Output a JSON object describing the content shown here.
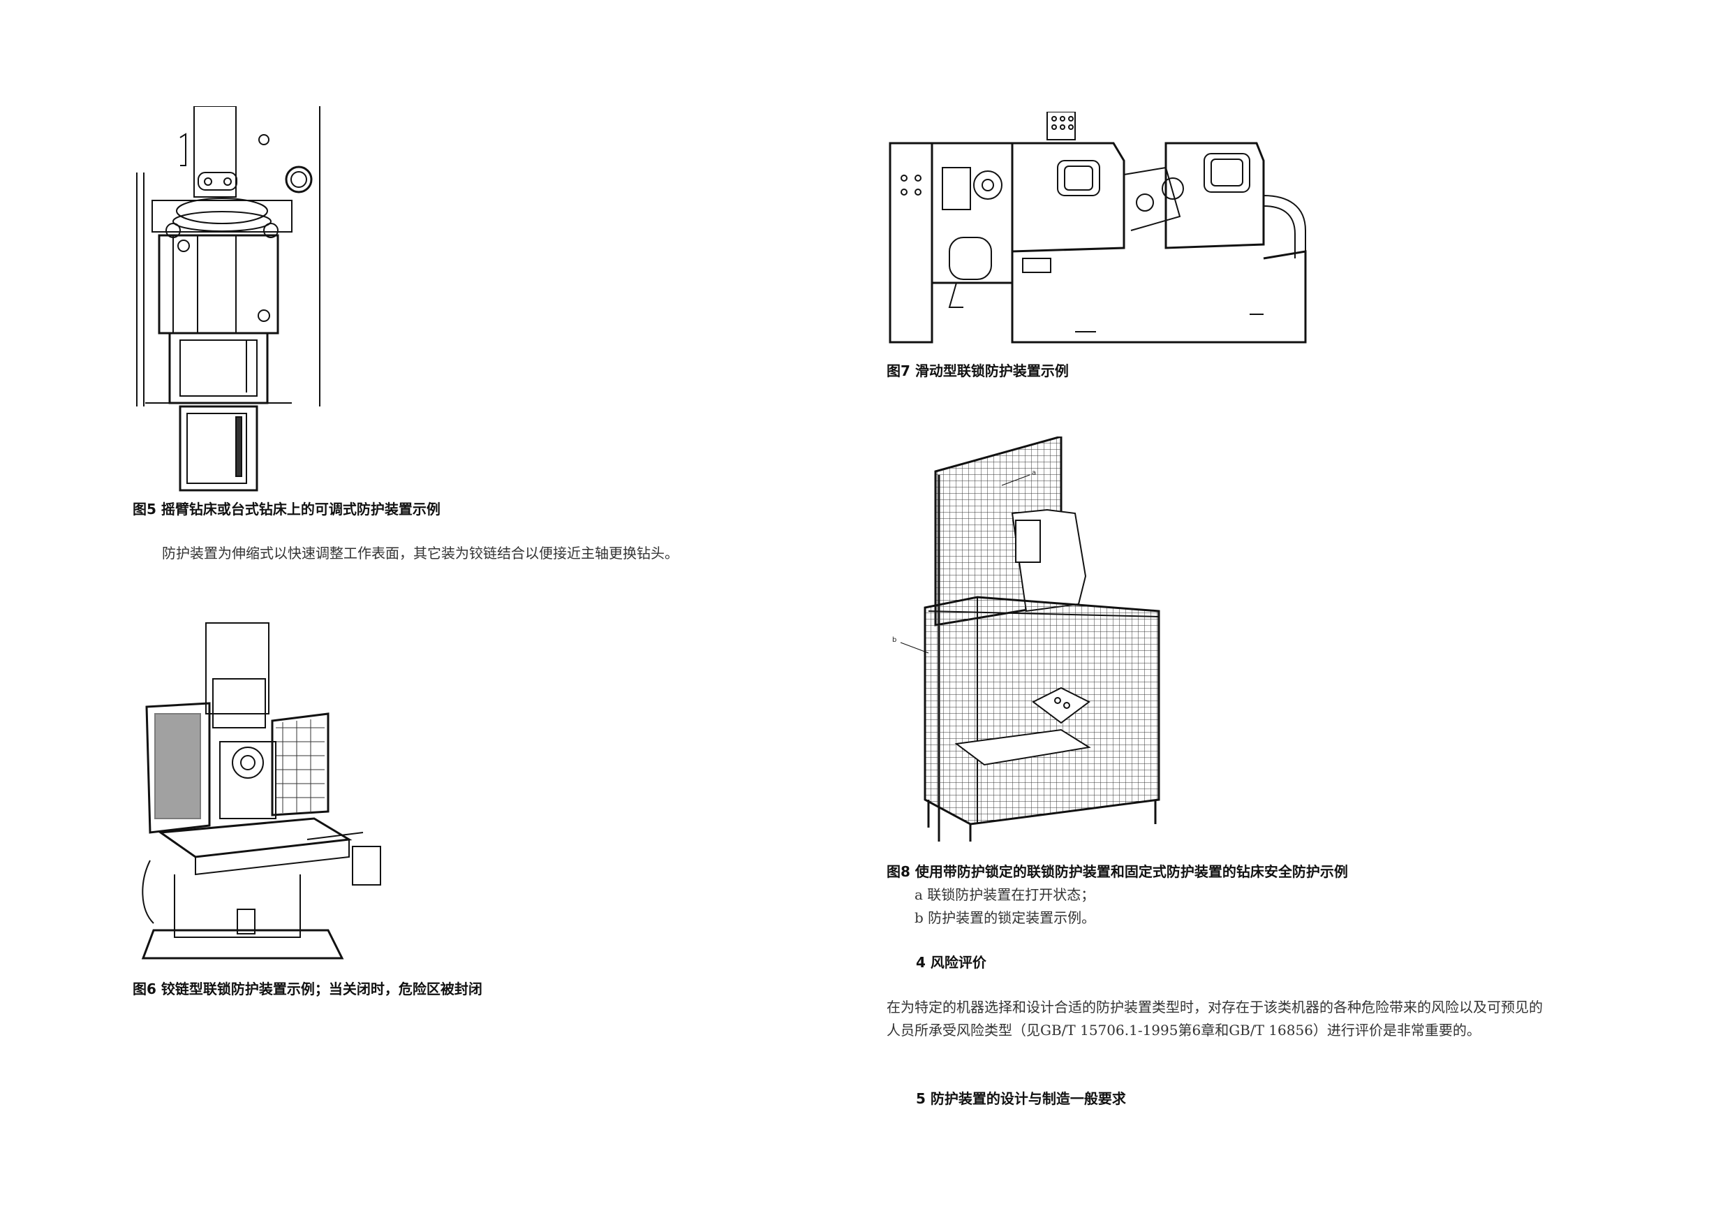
{
  "left": {
    "fig5_caption": "图5 摇臂钻床或台式钻床上的可调式防护装置示例",
    "fig5_desc": "防护装置为伸缩式以快速调整工作表面，其它装为铰链结合以便接近主轴更换钻头。",
    "fig6_caption": "图6 铰链型联锁防护装置示例；当关闭时，危险区被封闭"
  },
  "right": {
    "fig7_caption": "图7 滑动型联锁防护装置示例",
    "fig8_label_a": "a",
    "fig8_label_b": "b",
    "fig8_caption": "图8 使用带防护锁定的联锁防护装置和固定式防护装置的钻床安全防护示例",
    "fig8_note_a": "a 联锁防护装置在打开状态；",
    "fig8_note_b": "b 防护装置的锁定装置示例。",
    "section4_heading": "4 风险评价",
    "section4_text_line1": "在为特定的机器选择和设计合适的防护装置类型时，对存在于该类机器的各种危险带来的风险以及可预见的",
    "section4_text_line2": "人员所承受风险类型（见GB/T 15706.1-1995第6章和GB/T 16856）进行评价是非常重要的。",
    "section5_heading": "5 防护装置的设计与制造一般要求"
  }
}
